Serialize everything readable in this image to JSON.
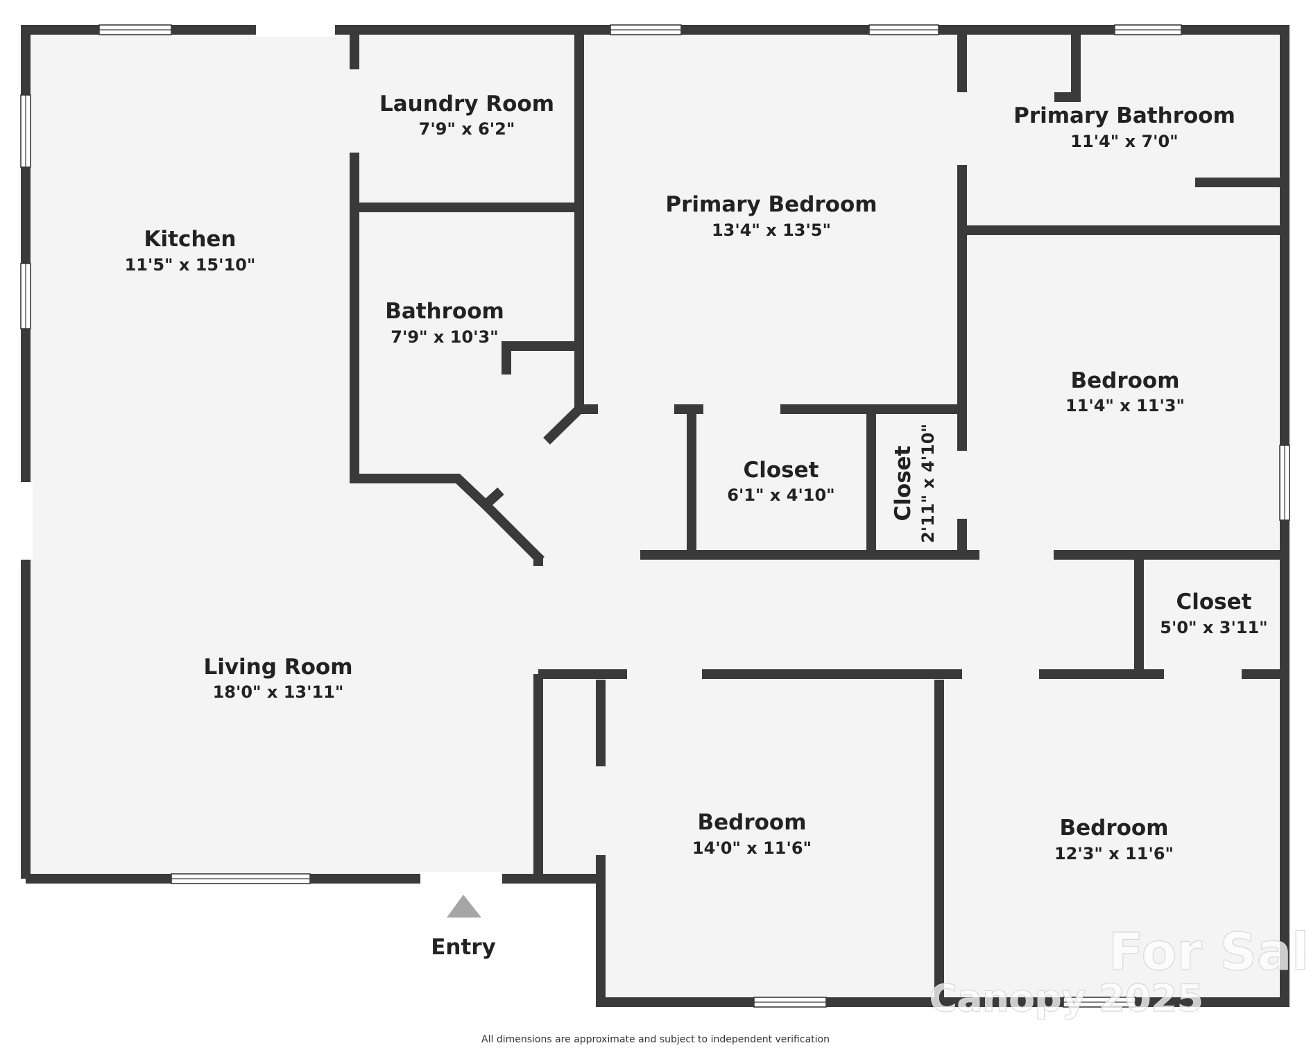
{
  "rooms": {
    "kitchen": {
      "name": "Kitchen",
      "dims": "11'5\" x 15'10\""
    },
    "laundry": {
      "name": "Laundry Room",
      "dims": "7'9\" x 6'2\""
    },
    "bathroom": {
      "name": "Bathroom",
      "dims": "7'9\" x 10'3\""
    },
    "primary_bedroom": {
      "name": "Primary Bedroom",
      "dims": "13'4\" x 13'5\""
    },
    "primary_bathroom": {
      "name": "Primary Bathroom",
      "dims": "11'4\" x 7'0\""
    },
    "bedroom_east": {
      "name": "Bedroom",
      "dims": "11'4\" x 11'3\""
    },
    "closet_center": {
      "name": "Closet",
      "dims": "6'1\" x 4'10\""
    },
    "closet_narrow": {
      "name": "Closet",
      "dims": "2'11\" x 4'10\""
    },
    "closet_east": {
      "name": "Closet",
      "dims": "5'0\" x 3'11\""
    },
    "living_room": {
      "name": "Living Room",
      "dims": "18'0\" x 13'11\""
    },
    "bedroom_south": {
      "name": "Bedroom",
      "dims": "14'0\" x 11'6\""
    },
    "bedroom_southeast": {
      "name": "Bedroom",
      "dims": "12'3\" x 11'6\""
    }
  },
  "entry_label": "Entry",
  "disclaimer": "All dimensions are approximate and subject to independent verification",
  "watermark": {
    "line1": "For Sale",
    "line2": "Canopy 2025"
  },
  "colors": {
    "wall": "#3a3a3a",
    "floor": "#f4f4f4",
    "entry_arrow": "#a6a6a6"
  }
}
